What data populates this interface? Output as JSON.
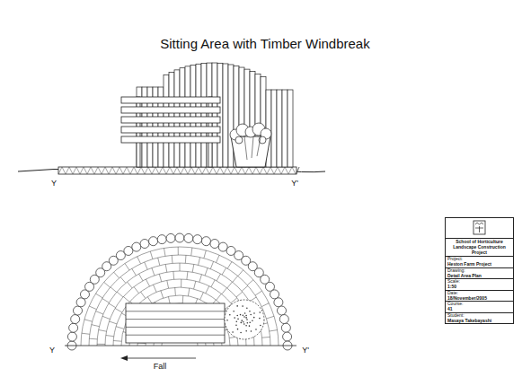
{
  "diagram": {
    "title": "Sitting Area with Timber Windbreak",
    "nodes": [
      {
        "text": [
          "School of Horticulture Landscape Construction Project",
          "Project:",
          "Heston Farm Project",
          "Drawing:",
          "Detail Area Plan",
          "Scale:",
          "1:50",
          "Date:",
          "18/November/2005",
          "Course:",
          "41",
          "Student:",
          "Masaya Takebayashi"
        ]
      }
    ],
    "labels": [
      "Y",
      "Y'",
      "Y",
      "Y'",
      "Fall"
    ]
  }
}
